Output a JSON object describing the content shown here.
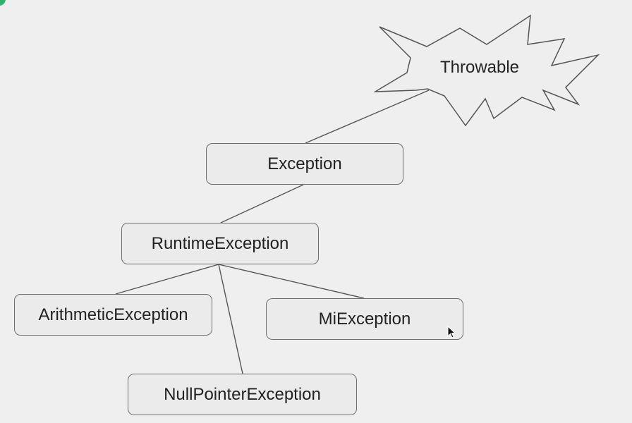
{
  "diagram": {
    "root": {
      "label": "Throwable",
      "shape": "explosion-star"
    },
    "nodes": [
      {
        "id": "exception",
        "label": "Exception",
        "parent": "throwable"
      },
      {
        "id": "runtime",
        "label": "RuntimeException",
        "parent": "exception"
      },
      {
        "id": "arith",
        "label": "ArithmeticException",
        "parent": "runtime"
      },
      {
        "id": "mi",
        "label": "MiException",
        "parent": "runtime"
      },
      {
        "id": "null",
        "label": "NullPointerException",
        "parent": "runtime"
      }
    ]
  },
  "colors": {
    "background": "#efefef",
    "node_fill": "#ebebeb",
    "node_border": "#6e6e6e",
    "connector": "#555555",
    "accent_corner": "#2fb36b"
  },
  "icons": {
    "cursor": "mouse-pointer-icon"
  }
}
